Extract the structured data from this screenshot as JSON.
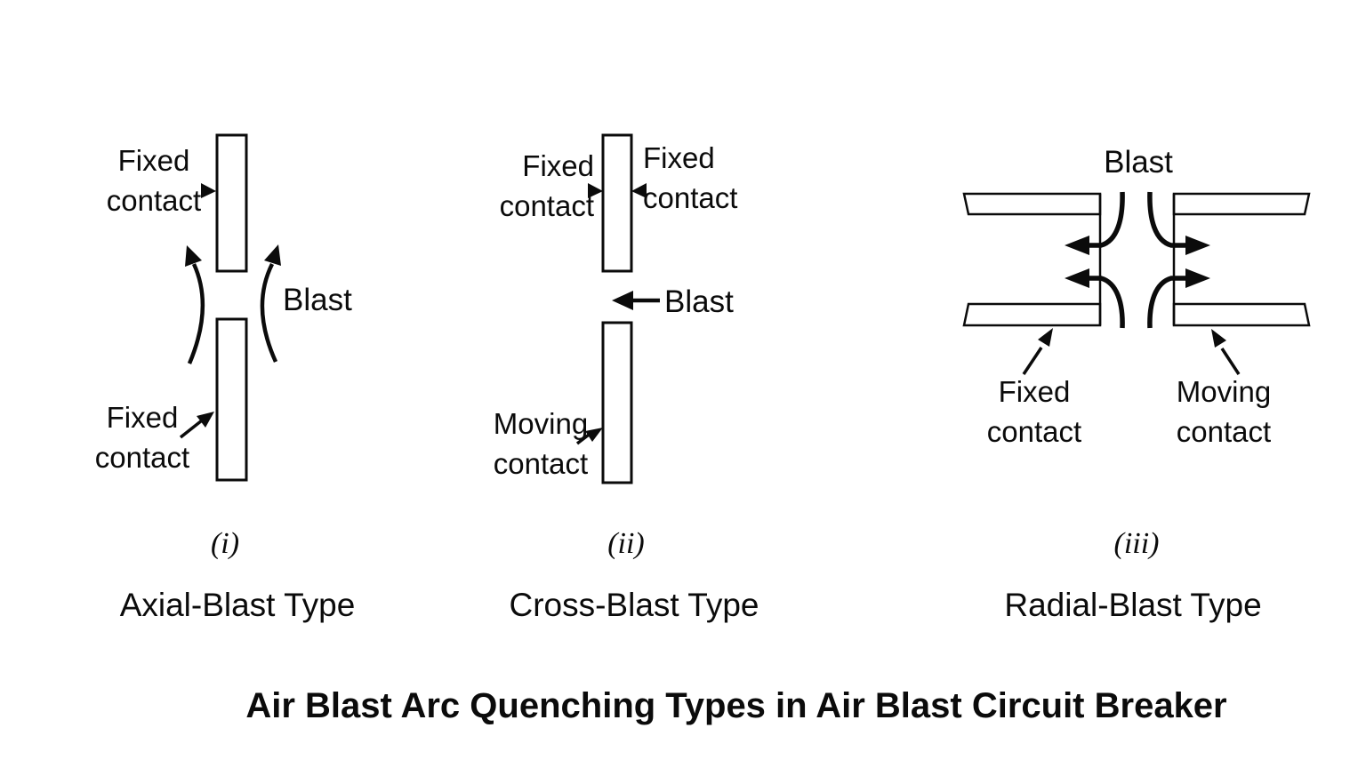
{
  "page": {
    "background": "#ffffff",
    "ink": "#0b0b0b"
  },
  "title": "Air Blast Arc Quenching Types in Air Blast Circuit Breaker",
  "diagrams": [
    {
      "numeral": "(i)",
      "type_label": "Axial-Blast Type",
      "labels": {
        "top_contact": "Fixed\ncontact",
        "bottom_contact": "Fixed\ncontact",
        "blast": "Blast"
      }
    },
    {
      "numeral": "(ii)",
      "type_label": "Cross-Blast Type",
      "labels": {
        "upper_left_contact": "Fixed\ncontact",
        "upper_right_contact": "Fixed\ncontact",
        "lower_contact": "Moving\ncontact",
        "blast": "Blast"
      }
    },
    {
      "numeral": "(iii)",
      "type_label": "Radial-Blast Type",
      "labels": {
        "left_contact": "Fixed\ncontact",
        "right_contact": "Moving\ncontact",
        "blast": "Blast"
      }
    }
  ]
}
